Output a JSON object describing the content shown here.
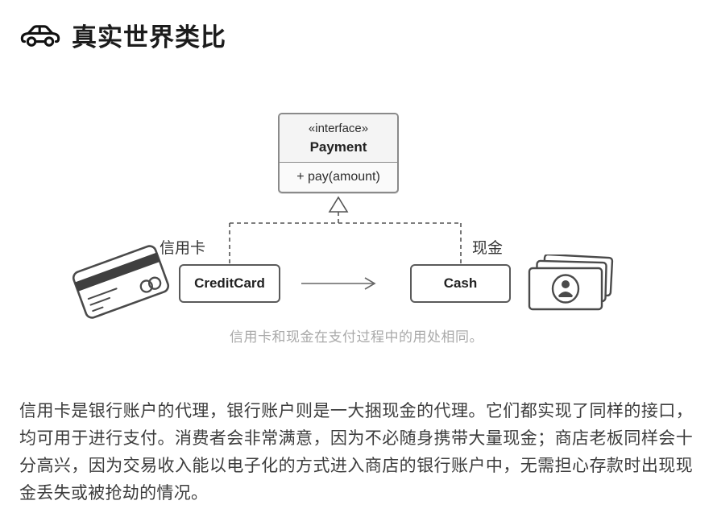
{
  "header": {
    "title": "真实世界类比"
  },
  "diagram": {
    "interface_box": {
      "stereotype": "«interface»",
      "name": "Payment",
      "method": "+ pay(amount)"
    },
    "left_label": "信用卡",
    "right_label": "现金",
    "creditcard_box": "CreditCard",
    "cash_box": "Cash",
    "caption": "信用卡和现金在支付过程中的用处相同。"
  },
  "body": {
    "paragraph": "信用卡是银行账户的代理，银行账户则是一大捆现金的代理。它们都实现了同样的接口，均可用于进行支付。消费者会非常满意，因为不必随身携带大量现金；商店老板同样会十分高兴，因为交易收入能以电子化的方式进入商店的银行账户中，无需担心存款时出现现金丢失或被抢劫的情况。"
  },
  "icons": {
    "heading_icon": "car-icon",
    "left_illustration": "credit-card-icon",
    "right_illustration": "cash-bills-icon"
  },
  "colors": {
    "heading_text": "#1c1c1c",
    "box_border": "#5a5a5a",
    "interface_border": "#8a8a8a",
    "connector": "#555555",
    "caption_text": "#a9a9a9",
    "body_text": "#3d3d3d"
  }
}
